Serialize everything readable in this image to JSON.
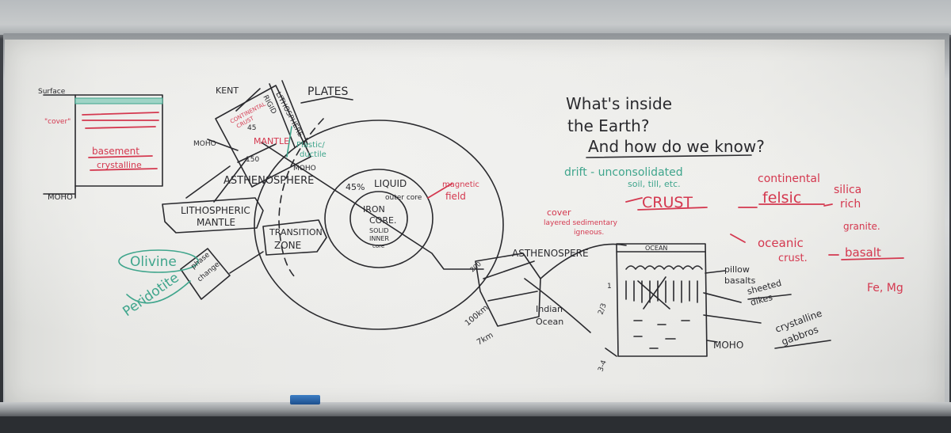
{
  "board": {
    "title_line1": "What's inside",
    "title_line2": "the Earth?",
    "title_line3": "And how do we know?",
    "drift_line1": "drift - unconsolidated",
    "drift_line2": "soil, till, etc.",
    "cover_line1": "cover",
    "cover_line2": "layered sedimentary",
    "cover_line3": "igneous.",
    "crust": "CRUST",
    "continental": "continental",
    "felsic": "felsic",
    "silica_rich_1": "silica",
    "silica_rich_2": "rich",
    "granite": "granite.",
    "oceanic_crust_1": "oceanic",
    "oceanic_crust_2": "crust.",
    "basalt": "basalt",
    "fe_mg": "Fe, Mg",
    "surface": "Surface",
    "cover_left": "\"cover\"",
    "basement": "basement",
    "crystalline": "crystalline",
    "moho_left": "MOHO",
    "kent": "KENT",
    "plates": "PLATES",
    "lithosphere": "LITHOSPHERE",
    "rigid": "RIGID",
    "continental_crust_1": "CONTINENTAL",
    "continental_crust_2": "CRUST",
    "mantle": "MANTLE",
    "moho_mid": "MOHO",
    "depth_45": "45",
    "depth_150": "150",
    "plastic_ductile_1": "Plastic/",
    "plastic_ductile_2": "ductile",
    "asthenosphere": "ASTHENOSPHERE",
    "lithospheric_mantle_1": "LITHOSPHERIC",
    "lithospheric_mantle_2": "MANTLE",
    "transition_zone_1": "TRANSITION",
    "transition_zone_2": "ZONE",
    "olivine": "Olivine",
    "peridotite": "Peridotite",
    "phase_change_1": "phase",
    "phase_change_2": "change",
    "pct_45": "45%",
    "liquid": "LIQUID",
    "outer_core": "outer core",
    "iron_core_1": "IRON",
    "iron_core_2": "CORE.",
    "solid_inner_1": "SOLID",
    "solid_inner_2": "INNER",
    "solid_inner_3": "core",
    "magnetic_field_1": "magnetic",
    "magnetic_field_2": "field",
    "asthenosphere_right": "ASTHENOSPERE",
    "depth_100km": "100km",
    "depth_7km": "7km",
    "depth_200": "200",
    "indian_ocean_1": "Indian",
    "indian_ocean_2": "Ocean",
    "ocean": "OCEAN",
    "pillow_basalts_1": "pillow",
    "pillow_basalts_2": "basalts",
    "sheeted_dikes_1": "sheeted",
    "sheeted_dikes_2": "dikes",
    "crystalline_gabbros_1": "crystalline",
    "crystalline_gabbros_2": "gabbros",
    "moho_right": "MOHO",
    "depth_1": "1",
    "depth_23": "2/3",
    "depth_34": "3-4"
  },
  "colors": {
    "black_marker": "#2a2a2e",
    "red_marker": "#d4384f",
    "teal_marker": "#3fa58c",
    "board_white": "#ececea"
  }
}
